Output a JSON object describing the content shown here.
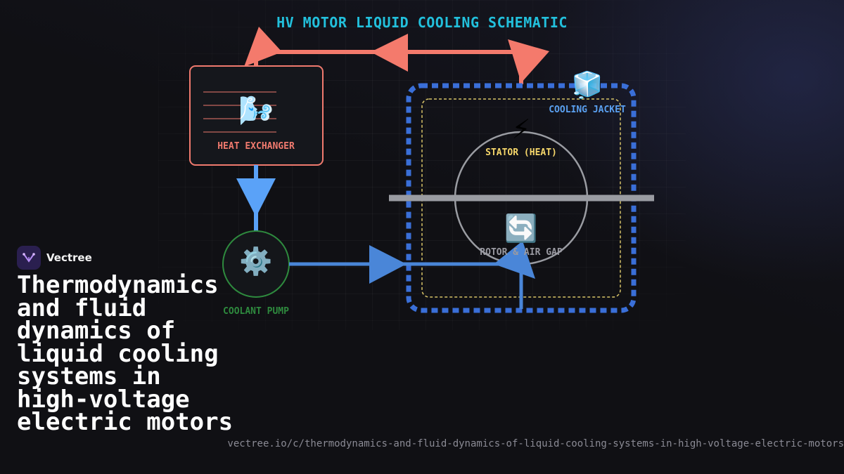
{
  "diagram": {
    "title": "HV MOTOR LIQUID COOLING SCHEMATIC",
    "nodes": {
      "heat_exchanger": {
        "label": "HEAT EXCHANGER",
        "icon": "wind-icon",
        "glyph": "🌬️",
        "color": "#f07a6e"
      },
      "coolant_pump": {
        "label": "COOLANT PUMP",
        "icon": "gear-icon",
        "glyph": "⚙️",
        "color": "#2e8a3e"
      },
      "cooling_jacket": {
        "label": "COOLING JACKET",
        "icon": "ice-cube-icon",
        "glyph": "🧊",
        "color": "#5aa0f0"
      },
      "stator": {
        "label": "STATOR (HEAT)",
        "icon": "lightning-icon",
        "glyph": "⚡",
        "color": "#f5d66a"
      },
      "rotor": {
        "label": "ROTOR & AIR GAP",
        "icon": "rotate-icon",
        "glyph": "🔄",
        "color": "#9a9aa2"
      }
    },
    "colors": {
      "hot_loop": "#f47a6c",
      "cold_line": "#5aa2f8",
      "jacket_border": "#3a6fd8",
      "stator_border": "#d8c468",
      "shaft": "#9a9ca2",
      "title": "#22c0dc"
    }
  },
  "brand": {
    "name": "Vectree",
    "icon": "vectree-logo-icon"
  },
  "headline": "Thermodynamics and fluid dynamics of liquid cooling systems in high-voltage electric motors",
  "url": "vectree.io/c/thermodynamics-and-fluid-dynamics-of-liquid-cooling-systems-in-high-voltage-electric-motors"
}
